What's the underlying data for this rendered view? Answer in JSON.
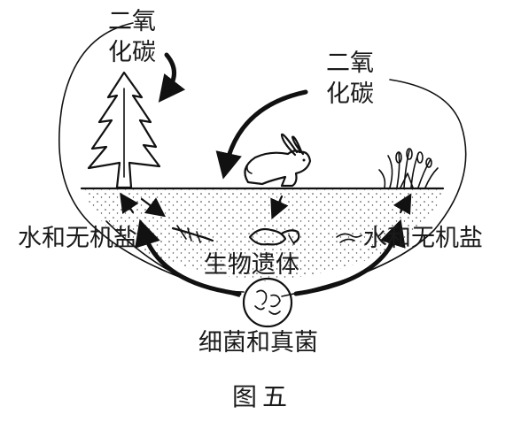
{
  "labels": {
    "co2_left": [
      "二氧",
      "化碳"
    ],
    "co2_right": [
      "二氧",
      "化碳"
    ],
    "water_salt_left": "水和无机盐",
    "water_salt_right": "水和无机盐",
    "remains": "生物遗体",
    "decomposers": "细菌和真菌",
    "figure_caption": "图五"
  },
  "icons": {
    "tree": "pine-tree-icon",
    "rabbit": "rabbit-icon",
    "plants": "grass-plant-icon",
    "microbes": "microbe-circle-icon"
  },
  "colors": {
    "ink": "#111111",
    "paper": "#ffffff"
  }
}
